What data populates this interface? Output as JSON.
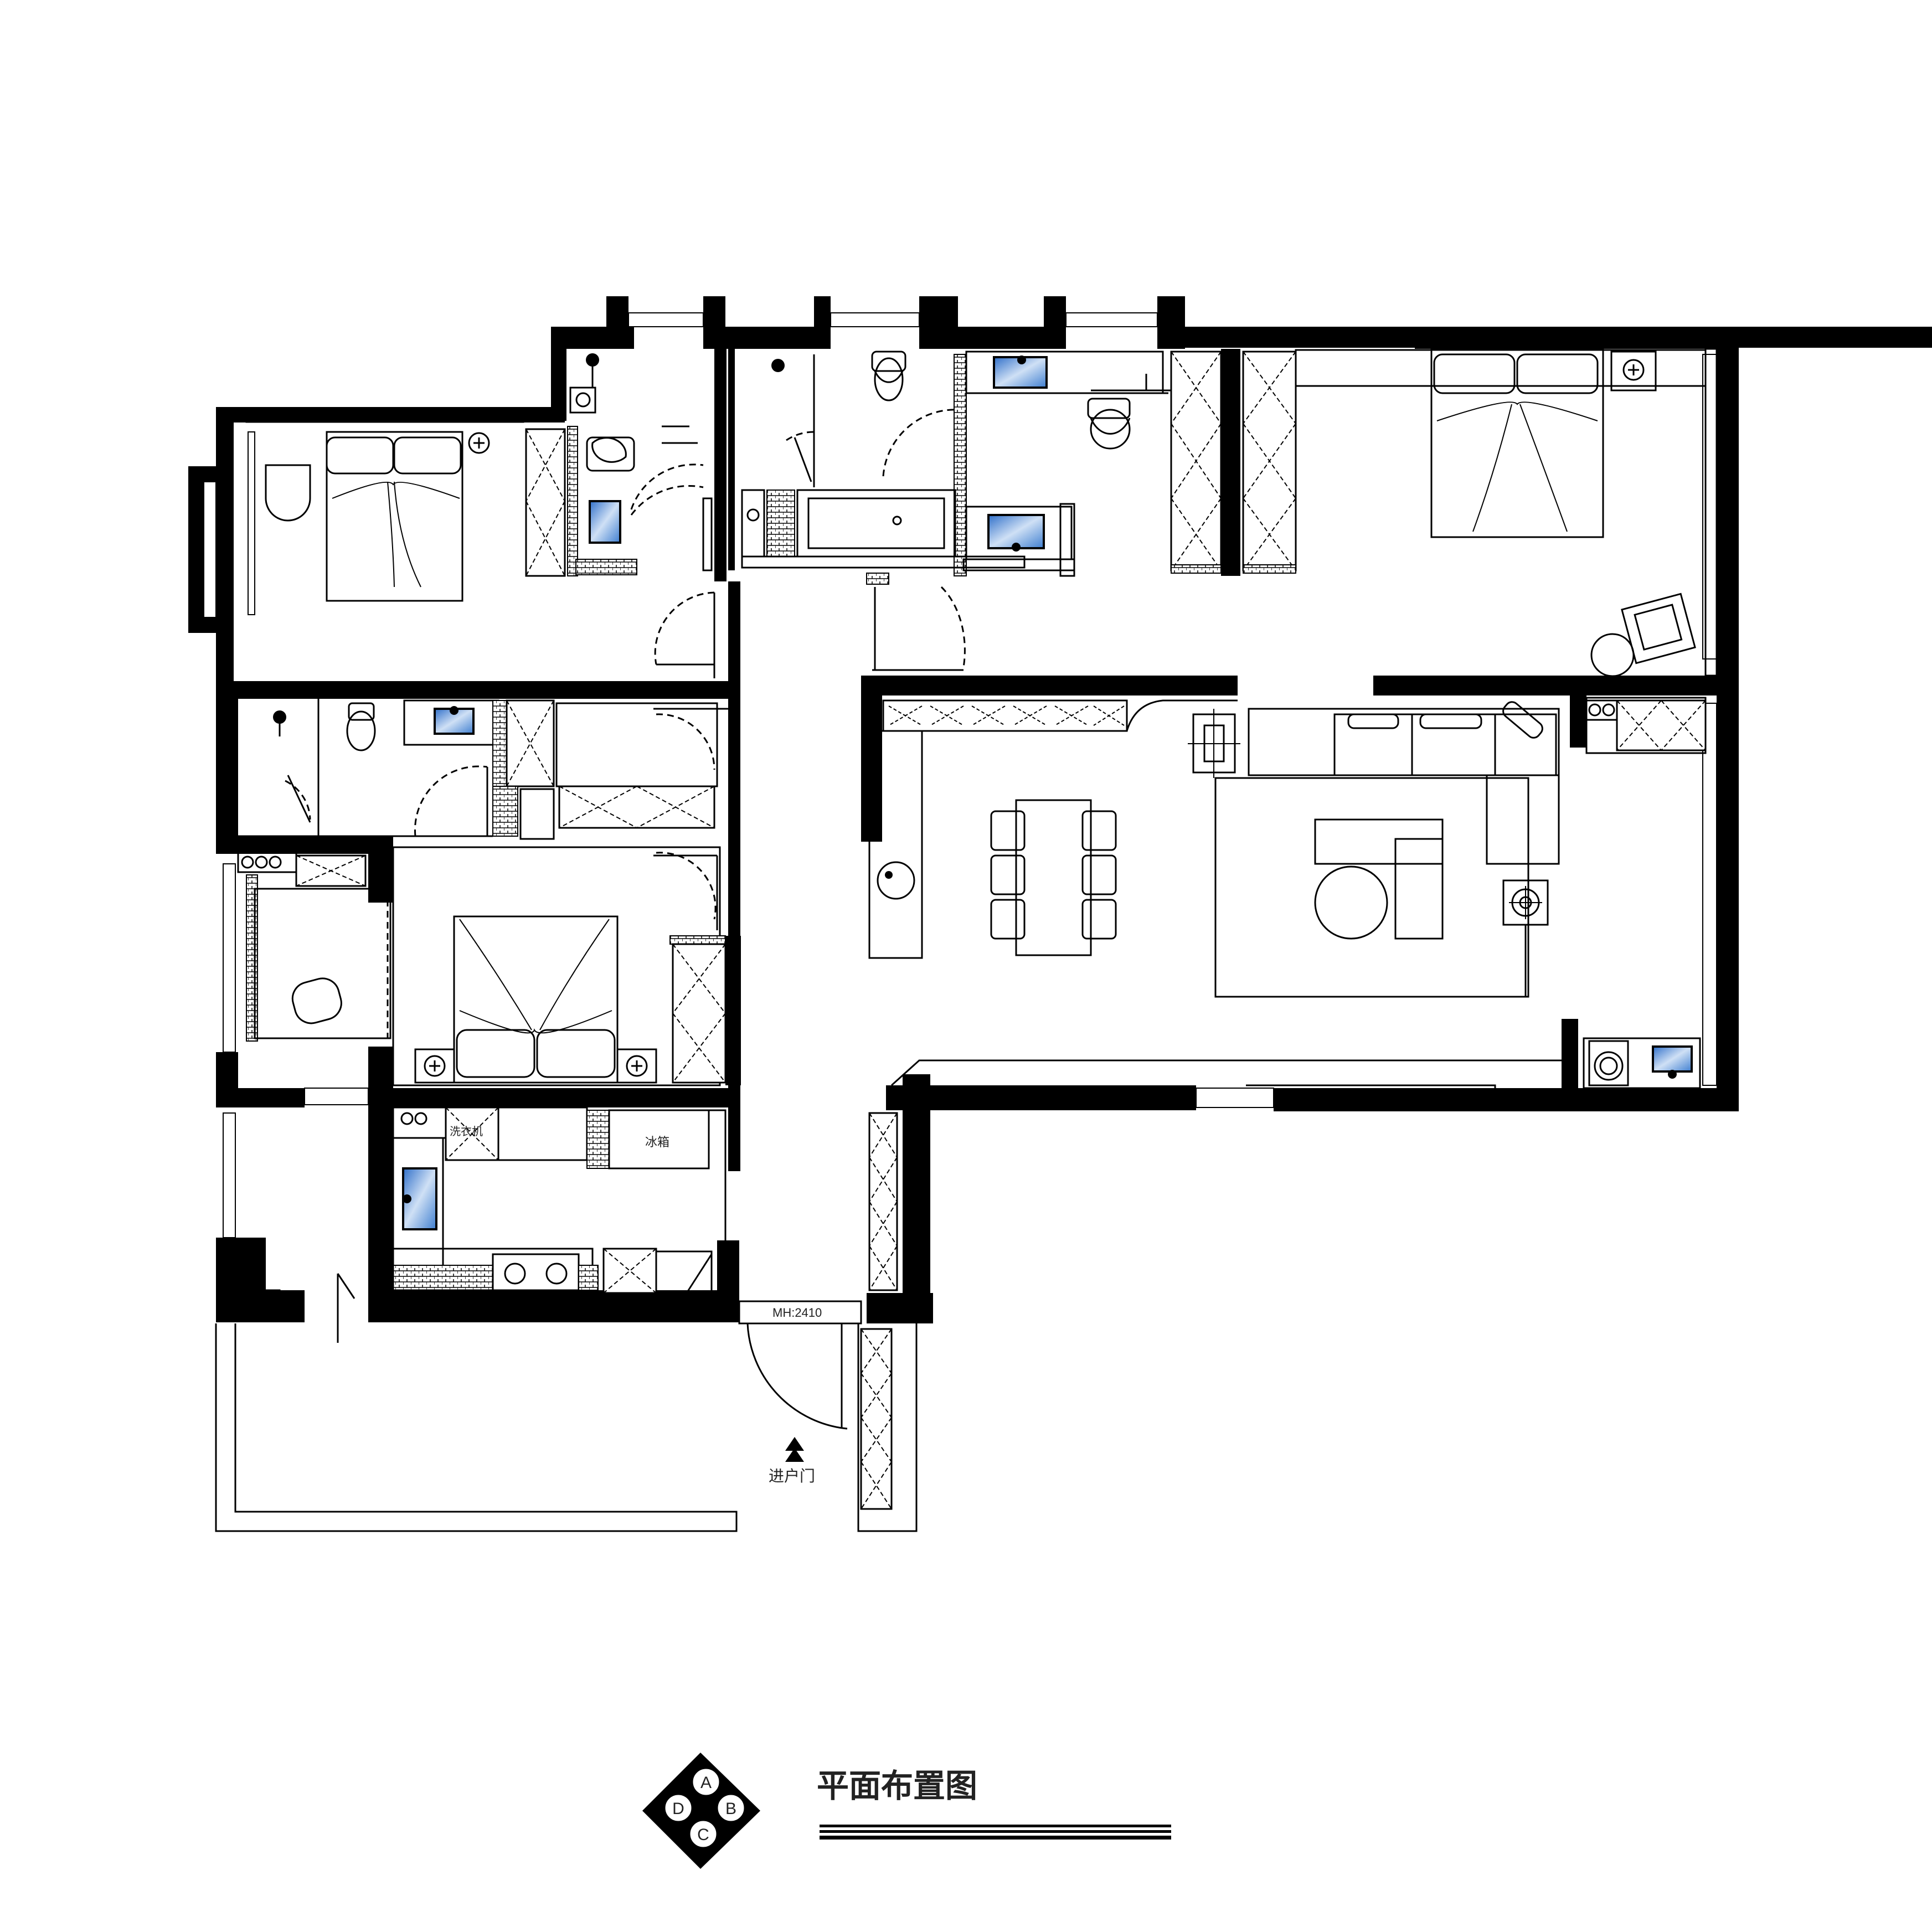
{
  "title": "平面布置图",
  "labels": {
    "entry_door": "进户门",
    "door_height": "MH:2410",
    "fridge": "冰箱",
    "washer": "洗衣机"
  },
  "compass": {
    "top": "A",
    "right": "B",
    "bottom": "C",
    "left": "D"
  },
  "colors": {
    "wall": "#000000",
    "basin": "#6f9bd8",
    "background": "#ffffff"
  }
}
